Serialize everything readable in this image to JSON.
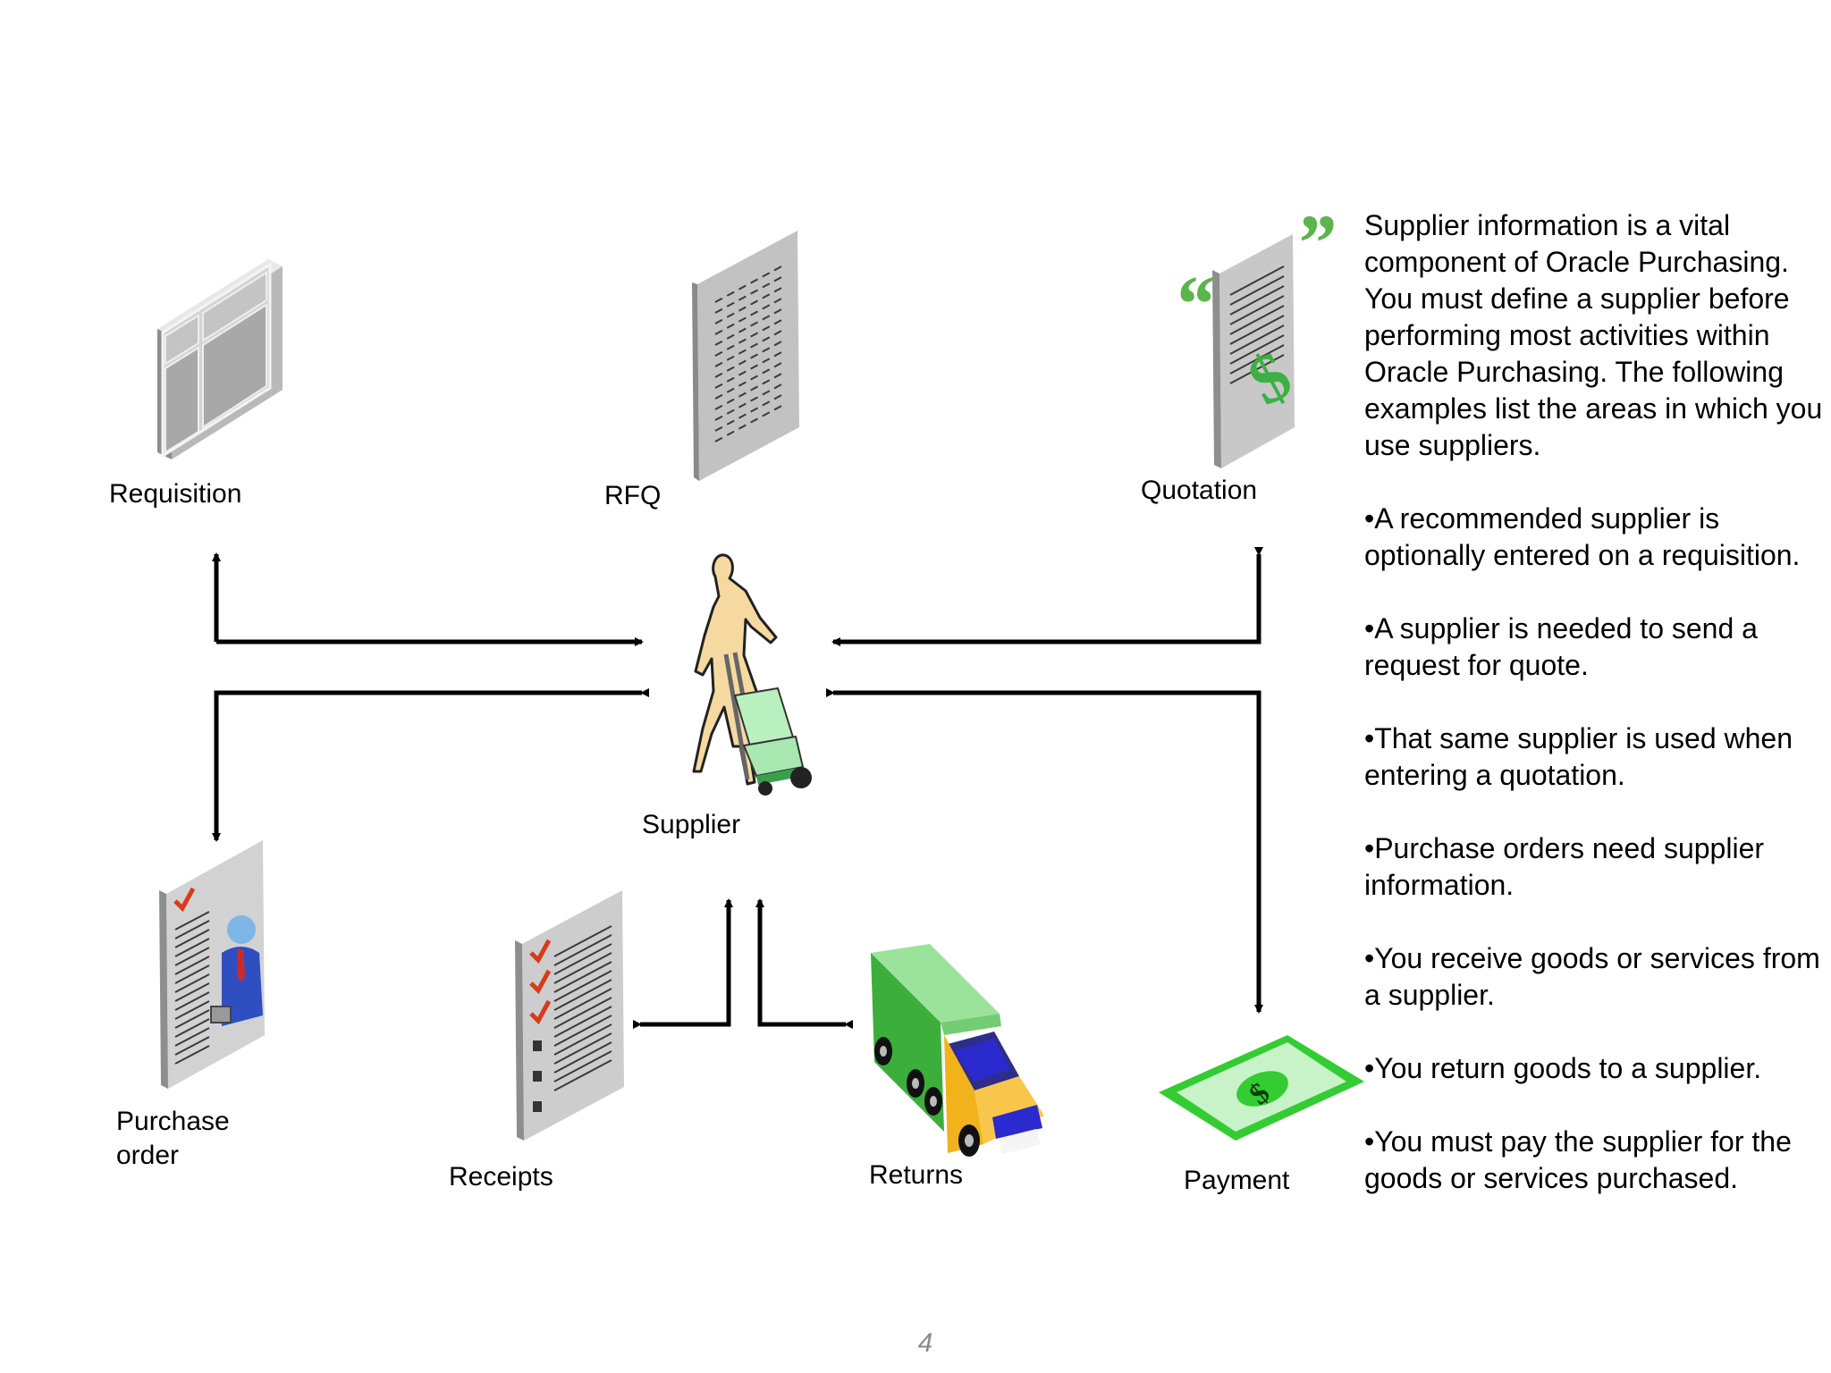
{
  "labels": {
    "requisition": "Requisition",
    "rfq": "RFQ",
    "quotation": "Quotation",
    "supplier": "Supplier",
    "purchase_order_line1": "Purchase",
    "purchase_order_line2": "order",
    "receipts": "Receipts",
    "returns": "Returns",
    "payment": "Payment"
  },
  "side_text": {
    "intro": "Supplier information is a vital component of Oracle Purchasing. You must define a supplier before performing most activities within Oracle Purchasing. The following examples list the areas in which you use suppliers.",
    "bullets": [
      "•A recommended supplier is optionally entered on a requisition.",
      "•A supplier is needed to send a request for quote.",
      "•That same supplier is used when entering a quotation.",
      "•Purchase orders need supplier information.",
      "•You receive goods or services from a supplier.",
      "•You return goods to a supplier.",
      "•You must pay the supplier for the goods or services purchased."
    ]
  },
  "page_number": "4",
  "colors": {
    "arrow": "#000000",
    "doc_gray": "#c8c8c8",
    "money_green": "#33cc33",
    "truck_green": "#4caf50",
    "truck_yellow": "#f2b21b",
    "person_tan": "#f6d9a0",
    "check_red": "#d93a1a"
  },
  "icons": [
    "requisition-window-icon",
    "rfq-document-icon",
    "quotation-document-icon",
    "supplier-person-icon",
    "purchase-order-icon",
    "receipts-checklist-icon",
    "returns-truck-icon",
    "payment-money-icon"
  ]
}
